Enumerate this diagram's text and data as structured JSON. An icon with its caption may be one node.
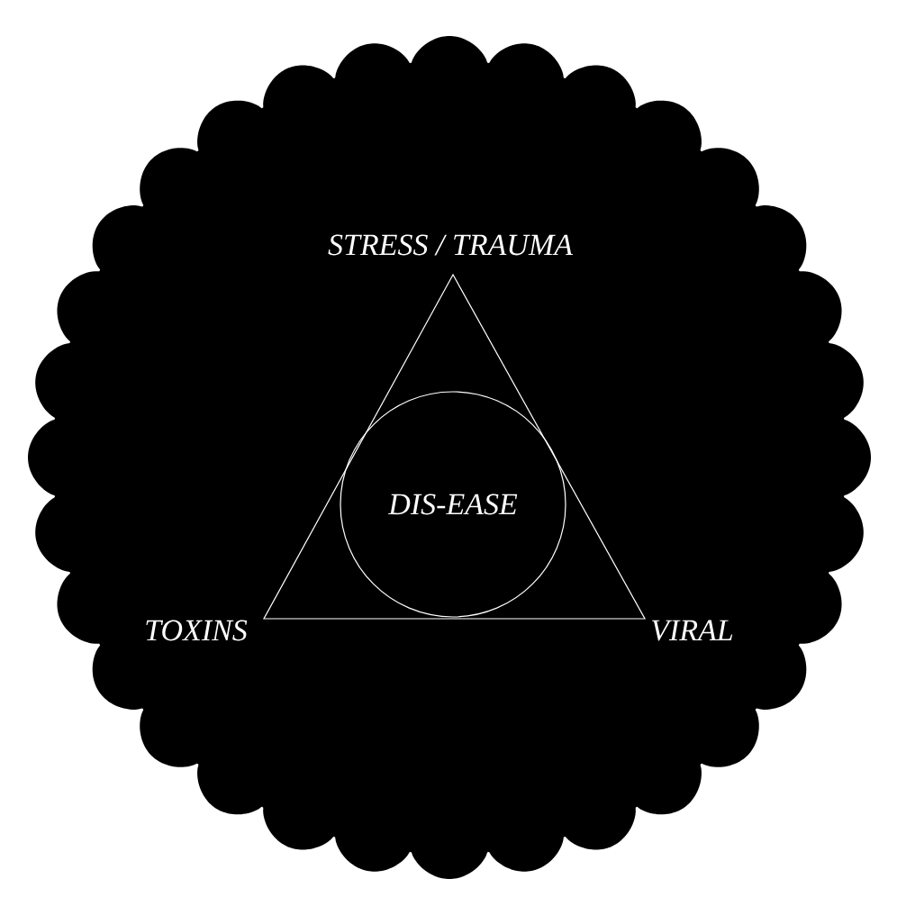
{
  "diagram": {
    "nodes": [
      {
        "text": [
          "STRESS / TRAUMA",
          "TOXINS",
          "VIRAL"
        ]
      },
      {
        "text": [
          "DIS-EASE"
        ],
        "in": 0
      }
    ]
  }
}
